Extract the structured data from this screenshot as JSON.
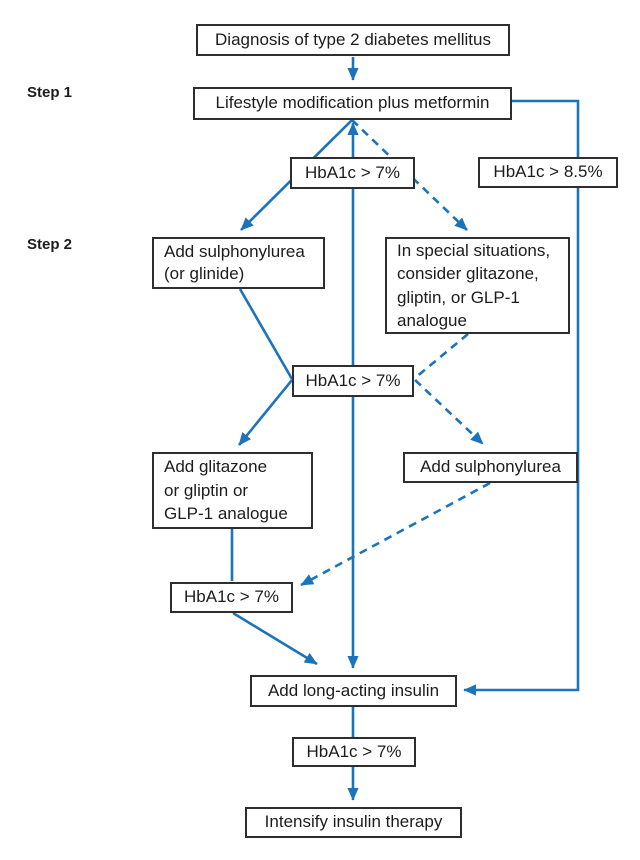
{
  "steps": [
    {
      "label": "Step 1"
    },
    {
      "label": "Step 2"
    }
  ],
  "nodes": {
    "diagnosis": {
      "label": "Diagnosis of type 2 diabetes mellitus"
    },
    "lifestyle": {
      "label": "Lifestyle modification plus metformin"
    },
    "hba1c_top": {
      "label": "HbA1c > 7%"
    },
    "hba1c_85": {
      "label": "HbA1c > 8.5%"
    },
    "add_sulphonylurea_1": {
      "label": "Add sulphonylurea\n(or glinide)"
    },
    "special_situations": {
      "label": "In special situations,\nconsider glitazone,\ngliptin, or GLP-1\nanalogue"
    },
    "hba1c_mid": {
      "label": "HbA1c > 7%"
    },
    "add_glitazone": {
      "label": "Add glitazone\nor gliptin or\nGLP-1 analogue"
    },
    "add_sulphonylurea_2": {
      "label": "Add sulphonylurea"
    },
    "hba1c_low": {
      "label": "HbA1c > 7%"
    },
    "add_insulin": {
      "label": "Add long-acting insulin"
    },
    "hba1c_bottom": {
      "label": "HbA1c > 7%"
    },
    "intensify": {
      "label": "Intensify insulin therapy"
    }
  },
  "colors": {
    "arrow_blue": "#1B74BB",
    "box_border": "#2E2E2E",
    "text": "#1C1C1C",
    "background": "#FFFFFF"
  }
}
